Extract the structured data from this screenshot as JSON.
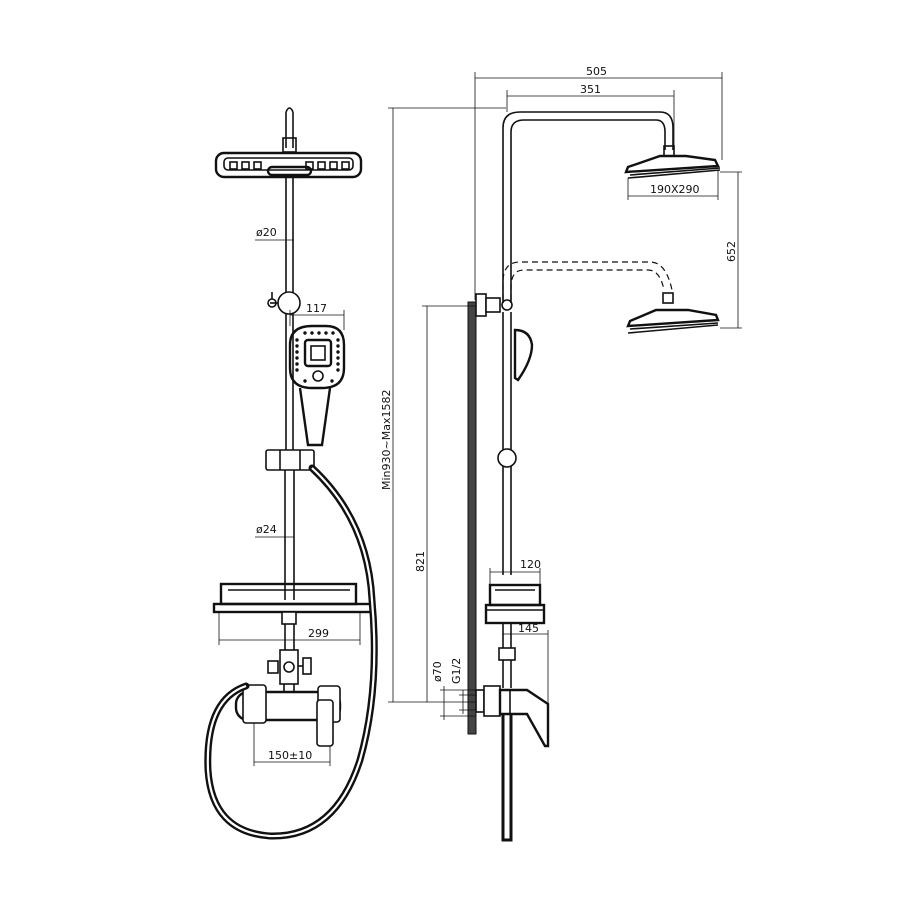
{
  "dimensions": {
    "overall_width": "505",
    "arm_length": "351",
    "head_size": "190X290",
    "head_height_adjust": "652",
    "height_range": "Min930~Max1582",
    "rail_height": "821",
    "shelf_depth": "120",
    "valve_depth": "145",
    "escutcheon": "ø70",
    "thread": "G1/2",
    "handshower_width": "117",
    "tube_upper": "ø20",
    "tube_lower": "ø24",
    "shelf_width": "299",
    "valve_centers": "150±10"
  }
}
